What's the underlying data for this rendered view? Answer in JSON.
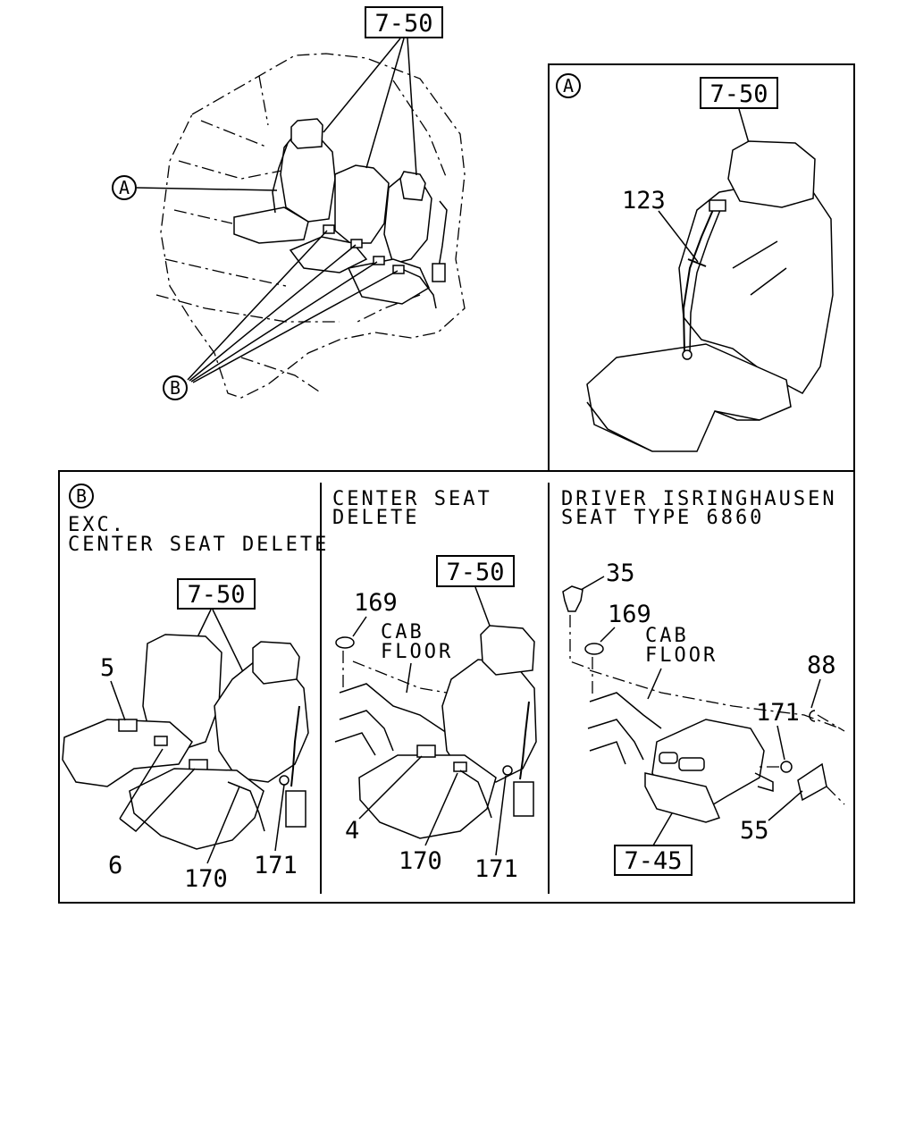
{
  "overview": {
    "ref_box": "7-50",
    "callout_a": "A",
    "callout_b": "B"
  },
  "panel_a": {
    "tag": "A",
    "ref_box": "7-50",
    "part_123": "123"
  },
  "panel_b": {
    "tag": "B",
    "title_line1": "EXC.",
    "title_line2": "CENTER SEAT DELETE",
    "ref_box": "7-50",
    "part_5": "5",
    "part_6": "6",
    "part_170": "170",
    "part_171": "171"
  },
  "panel_center": {
    "title_line1": "CENTER SEAT",
    "title_line2": "DELETE",
    "ref_box": "7-50",
    "part_169": "169",
    "floor_line1": "CAB",
    "floor_line2": "FLOOR",
    "part_4": "4",
    "part_170": "170",
    "part_171": "171"
  },
  "panel_driver": {
    "title_line1": "DRIVER ISRINGHAUSEN",
    "title_line2": "SEAT TYPE 6860",
    "part_35": "35",
    "part_169": "169",
    "floor_line1": "CAB",
    "floor_line2": "FLOOR",
    "part_88": "88",
    "part_171": "171",
    "part_55": "55",
    "ref_box": "7-45"
  }
}
